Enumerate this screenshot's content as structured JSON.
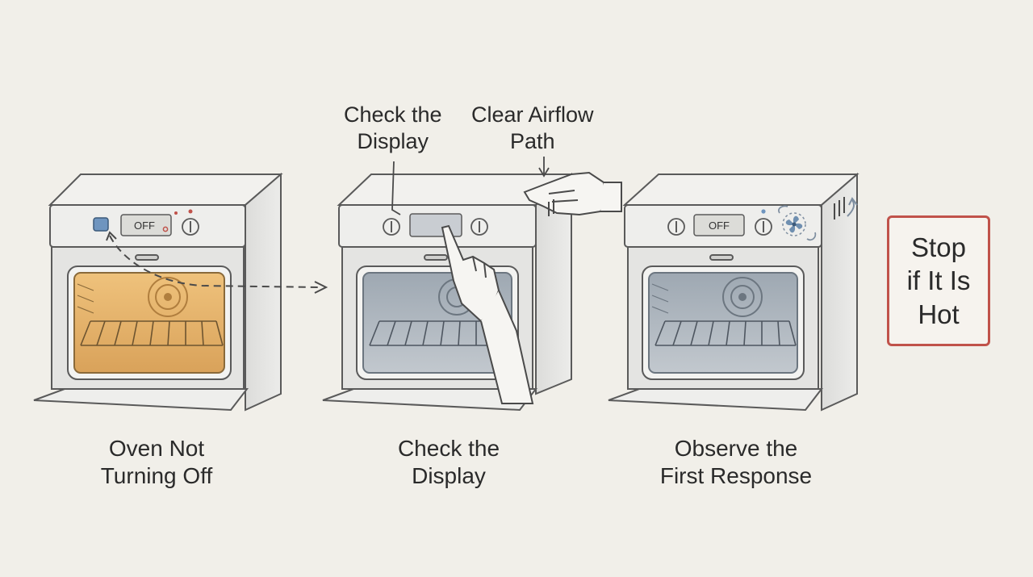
{
  "steps": [
    {
      "label_lines": [
        "Oven Not",
        "Turning Off"
      ],
      "display_text": "OFF"
    },
    {
      "label_lines": [
        "Check the",
        "Display"
      ],
      "display_text": ""
    },
    {
      "label_lines": [
        "Observe the",
        "First Response"
      ],
      "display_text": "OFF"
    }
  ],
  "callouts": {
    "check_display": [
      "Check the",
      "Display"
    ],
    "clear_airflow": [
      "Clear Airflow",
      "Path"
    ]
  },
  "stop_box": {
    "lines": [
      "Stop",
      "if It Is",
      "Hot"
    ],
    "border_color": "#c0524a"
  },
  "colors": {
    "background": "#f1efe9",
    "oven_body": "#e9e8e6",
    "outline": "#5a5a5a",
    "hot_interior": "#e8b468",
    "cool_interior": "#aeb6be"
  },
  "icons": [
    "power-button-icon",
    "knob-icon",
    "pointing-hand-icon",
    "hand-icon",
    "fan-icon",
    "vent-icon",
    "dashed-arrow-icon"
  ]
}
